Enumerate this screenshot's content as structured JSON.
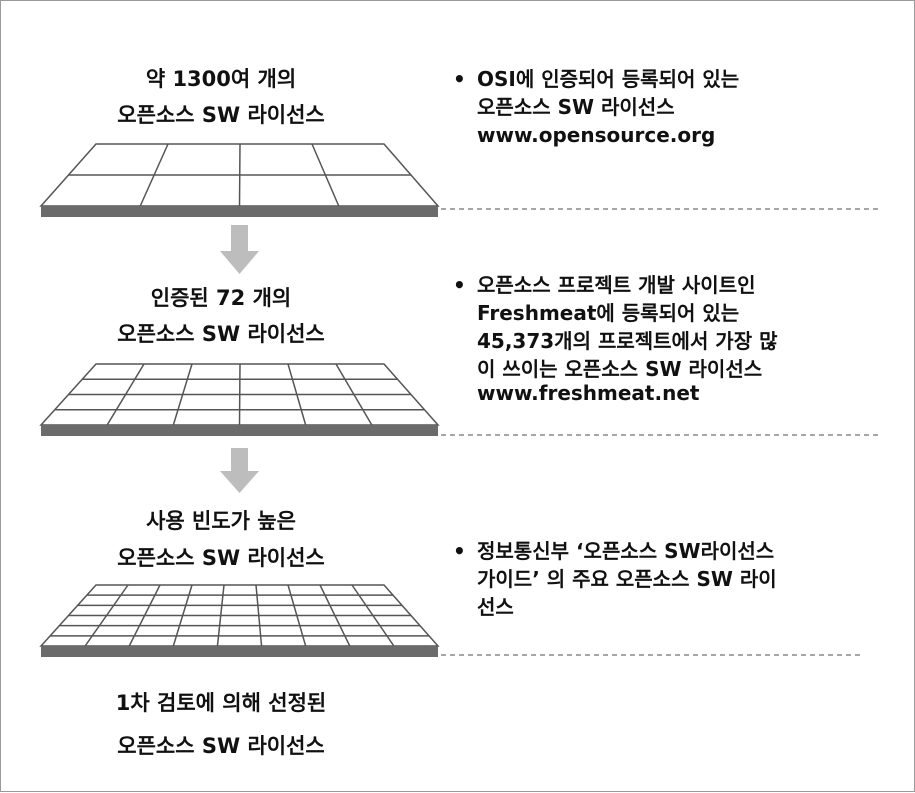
{
  "stages": [
    {
      "line1": "약 1300여 개의",
      "line2": "오픈소스 SW 라이선스"
    },
    {
      "line1": "인증된 72 개의",
      "line2": "오픈소스 SW 라이선스"
    },
    {
      "line1": "사용 빈도가 높은",
      "line2": "오픈소스 SW 라이선스"
    },
    {
      "line1": "1차 검토에 의해 선정된",
      "line2": "오픈소스 SW 라이선스"
    }
  ],
  "notes": [
    {
      "bullet": "•",
      "lines": [
        "OSI에 인증되어 등록되어 있는",
        "오픈소스 SW 라이선스",
        "www.opensource.org"
      ]
    },
    {
      "bullet": "•",
      "lines": [
        "오픈소스 프로젝트 개발 사이트인",
        "Freshmeat에 등록되어 있는",
        "45,373개의 프로젝트에서 가장 많",
        "이 쓰이는 오픈소스 SW 라이선스",
        "www.freshmeat.net"
      ]
    },
    {
      "bullet": "•",
      "lines": [
        "정보통신부 ‘오픈소스 SW라이선스",
        "가이드’ 의 주요 오픈소스 SW 라이",
        "선스"
      ]
    }
  ],
  "colors": {
    "grid_line": "#555555",
    "base": "#6b6b6b",
    "arrow": "#bdbdbd",
    "dash": "#888888"
  }
}
